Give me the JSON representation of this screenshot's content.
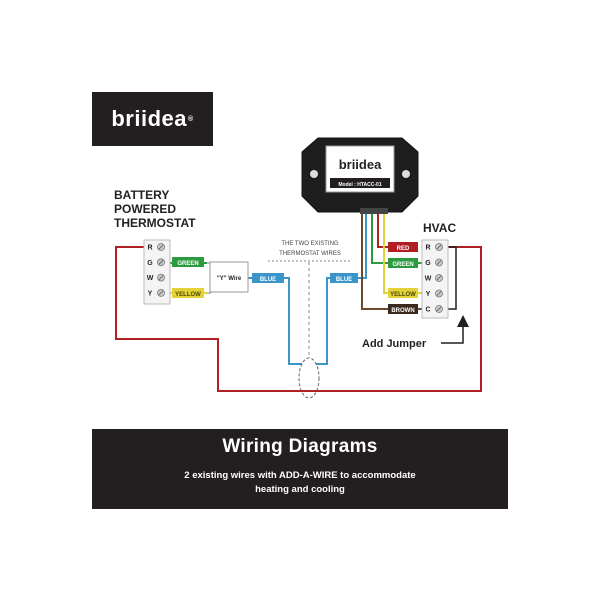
{
  "logo": {
    "brand": "briidea",
    "reg": "®"
  },
  "device": {
    "brand": "briidea",
    "model": "Model : HTACC-01"
  },
  "thermostat": {
    "title_lines": [
      "BATTERY",
      "POWERED",
      "THERMOSTAT"
    ],
    "terminals": [
      "R",
      "G",
      "W",
      "Y"
    ]
  },
  "hvac": {
    "title": "HVAC",
    "terminals": [
      "R",
      "G",
      "W",
      "Y",
      "C"
    ]
  },
  "wire_labels": {
    "green_left": "GREEN",
    "yellow_left": "YELLOW",
    "y_wire": "\"Y\" Wire",
    "blue_left": "BLUE",
    "blue_right": "BLUE",
    "red_right": "RED",
    "green_right": "GREEN",
    "yellow_right": "YELLOW",
    "brown_right": "BROWN"
  },
  "annotations": {
    "existing_wires": [
      "THE TWO EXISTING",
      "THERMOSTAT WIRES"
    ],
    "add_jumper": "Add Jumper"
  },
  "banner": {
    "title": "Wiring Diagrams",
    "subtitle_lines": [
      "2 existing wires with ADD-A-WIRE to accommodate",
      "heating and cooling"
    ]
  },
  "colors": {
    "red_wire": "#b11f24",
    "green_wire": "#2c9a3f",
    "yellow_wire": "#e3d23a",
    "blue_wire": "#3b95c9",
    "brown_wire": "#6b4a2e",
    "panel_dark": "#231f20"
  }
}
